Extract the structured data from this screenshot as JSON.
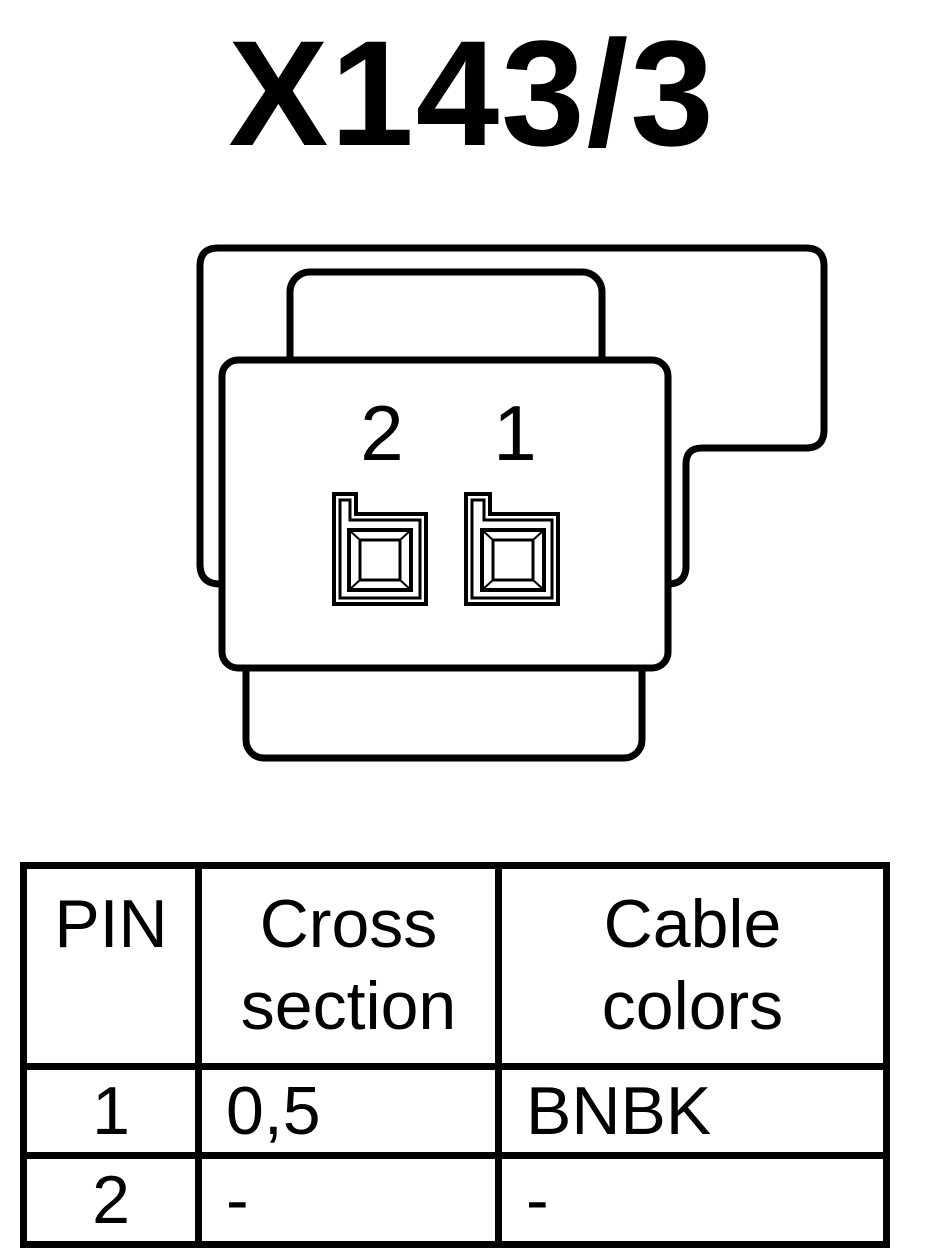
{
  "title": "X143/3",
  "connector": {
    "pin_labels": [
      "2",
      "1"
    ]
  },
  "table": {
    "headers": {
      "pin": "PIN",
      "cross_section": [
        "Cross",
        "section"
      ],
      "cable_colors": [
        "Cable",
        "colors"
      ]
    },
    "rows": [
      {
        "pin": "1",
        "cross_section": "0,5",
        "cable_color": "BNBK"
      },
      {
        "pin": "2",
        "cross_section": "-",
        "cable_color": "-"
      }
    ]
  }
}
